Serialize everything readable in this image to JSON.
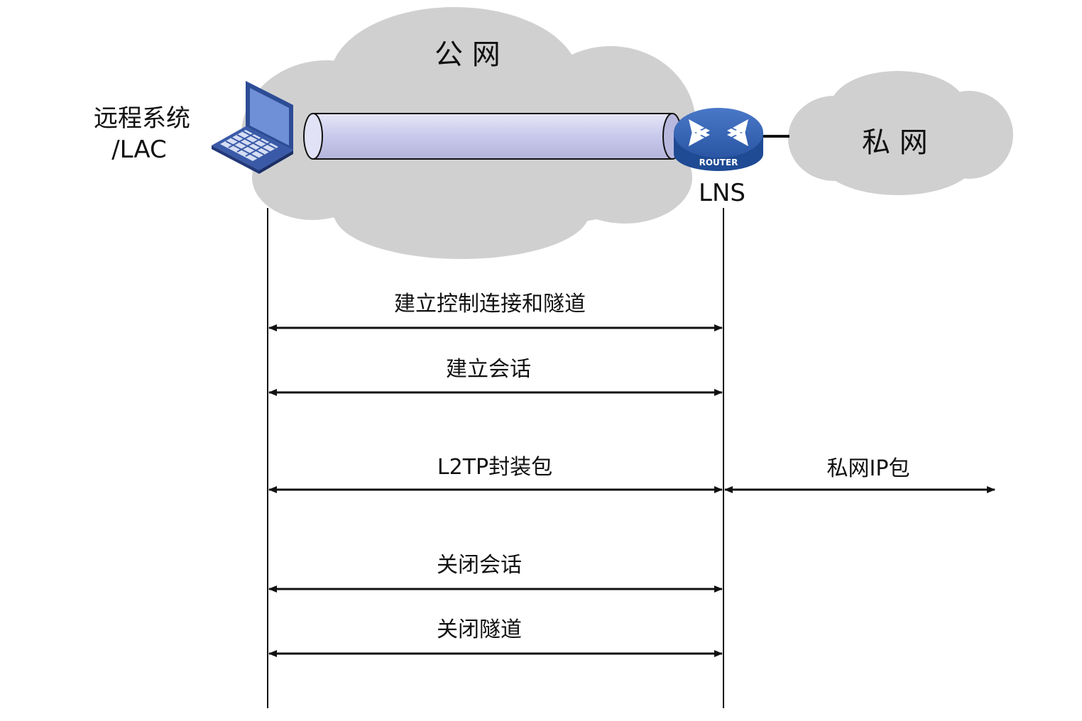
{
  "public_network": {
    "label": "公 网"
  },
  "private_network": {
    "label": "私 网"
  },
  "remote_system": {
    "label_line1": "远程系统",
    "label_line2": "/LAC"
  },
  "lns": {
    "label": "LNS",
    "device_caption": "ROUTER"
  },
  "messages": [
    {
      "label": "建立控制连接和隧道"
    },
    {
      "label": "建立会话"
    },
    {
      "label": "L2TP封装包"
    },
    {
      "label": "关闭会话"
    },
    {
      "label": "关闭隧道"
    }
  ],
  "private_message": {
    "label": "私网IP包"
  },
  "colors": {
    "cloud": "#d0d0d0",
    "tunnel_fill": "#ccccee",
    "router_blue": "#2f5aa8",
    "laptop_blue": "#3a5aa8",
    "line": "#111111"
  }
}
